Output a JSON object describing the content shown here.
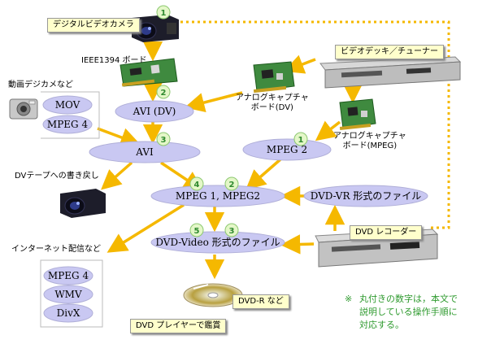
{
  "labels": {
    "digital_video_camera": "デジタルビデオカメラ",
    "ieee1394_board": "IEEE1394 ボード",
    "video_deck_tuner": "ビデオデッキ／チューナー",
    "digital_camera_etc": "動画デジカメなど",
    "analog_capture_dv": "アナログキャプチャ\nボード(DV)",
    "analog_capture_mpeg": "アナログキャプチャ\nボード(MPEG)",
    "dv_tape_writeback": "DVテープへの書き戻し",
    "internet_distribution": "インターネット配信など",
    "dvd_recorder": "DVD レコーダー",
    "dvdr_etc": "DVD-R など",
    "dvd_player_viewing": "DVD プレイヤーで鑑賞"
  },
  "formats": {
    "mov": "MOV",
    "mpeg4_cam": "MPEG 4",
    "avi_dv": "AVI (DV)",
    "avi": "AVI",
    "mpeg2": "MPEG 2",
    "mpeg12": "MPEG 1, MPEG2",
    "dvdvr_file": "DVD-VR 形式のファイル",
    "dvdvideo_file": "DVD-Video 形式のファイル",
    "mpeg4_net": "MPEG 4",
    "wmv": "WMV",
    "divx": "DivX"
  },
  "step_numbers": {
    "camera": "1",
    "avi_dv": "2",
    "avi": "3",
    "mpeg2": "1",
    "mpeg12_a": "4",
    "mpeg12_b": "2",
    "dvdvideo_a": "5",
    "dvdvideo_b": "3"
  },
  "note": {
    "mark": "※",
    "line1": "丸付きの数字は，本文で",
    "line2": "説明している操作手順に",
    "line3": "対応する。"
  },
  "colors": {
    "arrow": "#f5b800",
    "ellipse_fill": "#c9c8f2",
    "number_circle": "#e4f7c8",
    "number_text": "#2f8a2f",
    "note_text": "#2e9a2e",
    "label_box": "#ffffcc"
  }
}
